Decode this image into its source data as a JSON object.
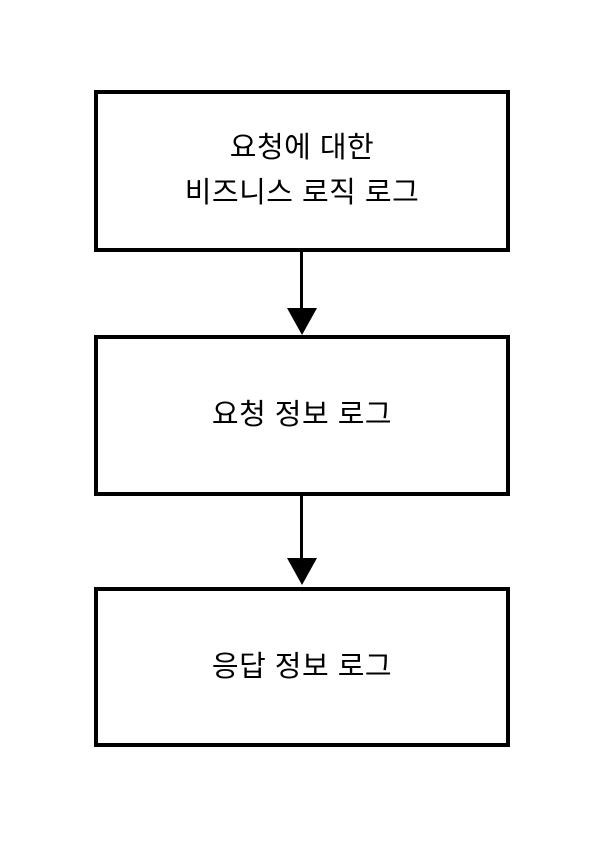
{
  "diagram": {
    "background_color": "#ffffff",
    "stroke_color": "#000000",
    "text_color": "#000000",
    "type": "flowchart",
    "direction": "top-to-bottom",
    "nodes": [
      {
        "id": "node-1",
        "label": "요청에 대한\n비즈니스 로직 로그"
      },
      {
        "id": "node-2",
        "label": "요청 정보 로그"
      },
      {
        "id": "node-3",
        "label": "응답 정보 로그"
      }
    ],
    "edges": [
      {
        "from": "node-1",
        "to": "node-2",
        "style": "solid-arrow-down"
      },
      {
        "from": "node-2",
        "to": "node-3",
        "style": "solid-arrow-down"
      }
    ]
  }
}
